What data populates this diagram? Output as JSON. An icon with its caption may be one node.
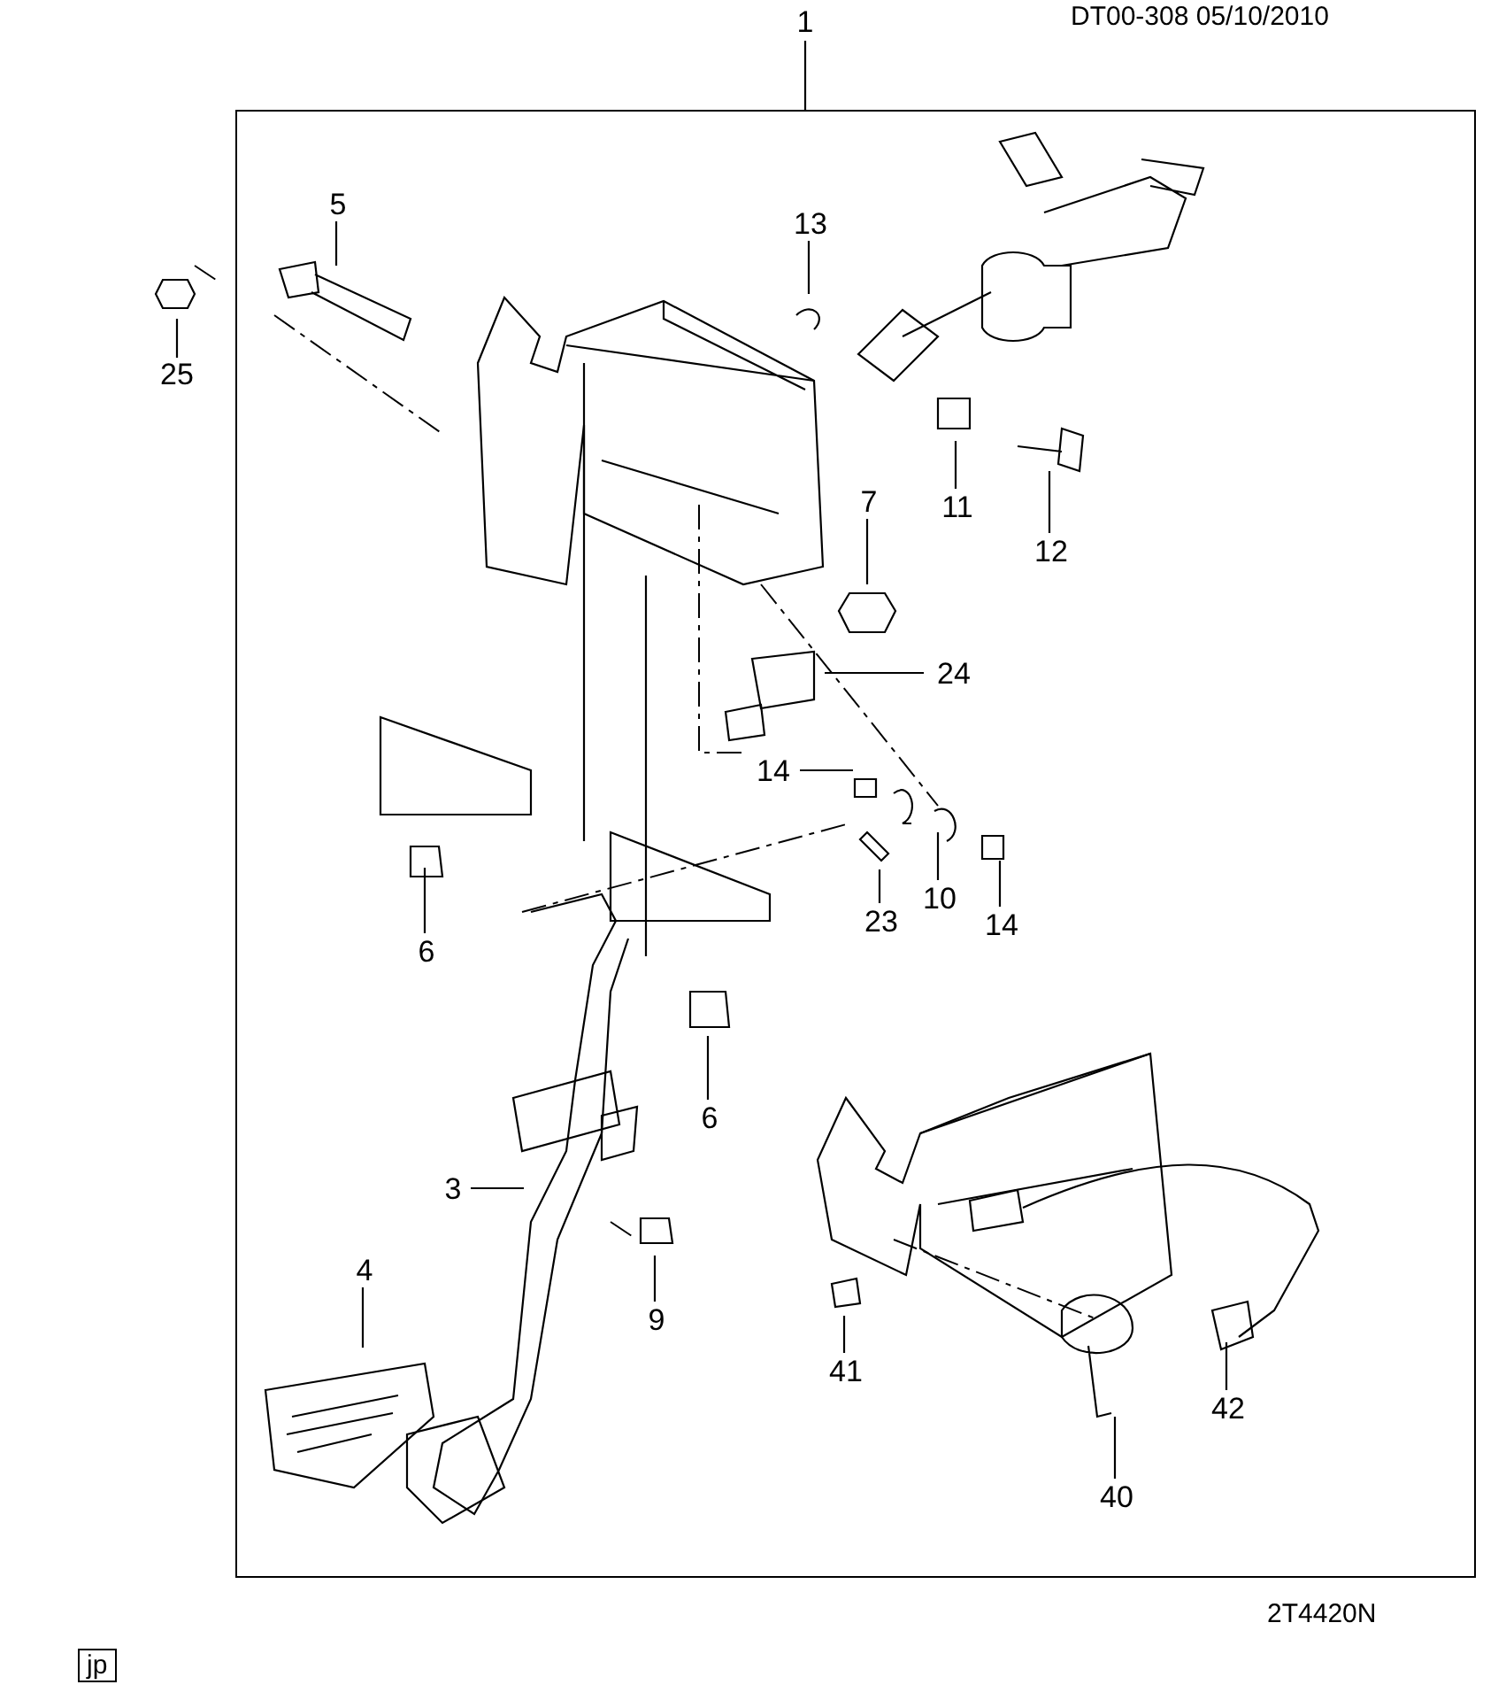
{
  "diagram": {
    "nodes": [
      {
        "text": [
          "1"
        ]
      },
      {
        "text": [],
        "shape": "box"
      },
      {
        "text": [
          "5"
        ],
        "in": 1
      },
      {
        "text": [
          "25"
        ]
      },
      {
        "text": [
          "13"
        ],
        "in": 1
      },
      {
        "text": [
          "11"
        ],
        "in": 1
      },
      {
        "text": [
          "12"
        ],
        "in": 1
      },
      {
        "text": [
          "7"
        ],
        "in": 1
      },
      {
        "text": [
          "24"
        ],
        "in": 1
      },
      {
        "text": [
          "14"
        ],
        "in": 1
      },
      {
        "text": [
          "10"
        ],
        "in": 1
      },
      {
        "text": [
          "23"
        ],
        "in": 1
      },
      {
        "text": [
          "14"
        ],
        "in": 1
      },
      {
        "text": [
          "6"
        ],
        "in": 1
      },
      {
        "text": [
          "6"
        ],
        "in": 1
      },
      {
        "text": [
          "3"
        ],
        "in": 1
      },
      {
        "text": [
          "9"
        ],
        "in": 1
      },
      {
        "text": [
          "4"
        ],
        "in": 1
      },
      {
        "text": [
          "41"
        ],
        "in": 1
      },
      {
        "text": [
          "42"
        ],
        "in": 1
      },
      {
        "text": [
          "40"
        ],
        "in": 1
      }
    ],
    "edges": [
      {
        "from": 0,
        "to": 1,
        "arrow": "none"
      },
      {
        "from": 2,
        "to": null,
        "arrow": "none"
      },
      {
        "from": 3,
        "to": null,
        "arrow": "none"
      },
      {
        "from": 4,
        "to": null,
        "arrow": "none"
      },
      {
        "from": 5,
        "to": null,
        "arrow": "none"
      },
      {
        "from": 6,
        "to": null,
        "arrow": "none"
      },
      {
        "from": 7,
        "to": null,
        "arrow": "none"
      },
      {
        "from": 8,
        "to": null,
        "arrow": "none"
      },
      {
        "from": 9,
        "to": null,
        "arrow": "none"
      },
      {
        "from": 10,
        "to": null,
        "arrow": "none"
      },
      {
        "from": 11,
        "to": null,
        "arrow": "none"
      },
      {
        "from": 12,
        "to": null,
        "arrow": "none"
      },
      {
        "from": 13,
        "to": null,
        "arrow": "none"
      },
      {
        "from": 14,
        "to": null,
        "arrow": "none"
      },
      {
        "from": 15,
        "to": null,
        "arrow": "none"
      },
      {
        "from": 16,
        "to": null,
        "arrow": "none"
      },
      {
        "from": 17,
        "to": null,
        "arrow": "none"
      },
      {
        "from": 18,
        "to": null,
        "arrow": "none"
      },
      {
        "from": 19,
        "to": null,
        "arrow": "none"
      },
      {
        "from": 20,
        "to": null,
        "arrow": "none"
      }
    ],
    "labels": [
      "DT00-308  05/10/2010",
      "2T4420N",
      "jp"
    ]
  }
}
